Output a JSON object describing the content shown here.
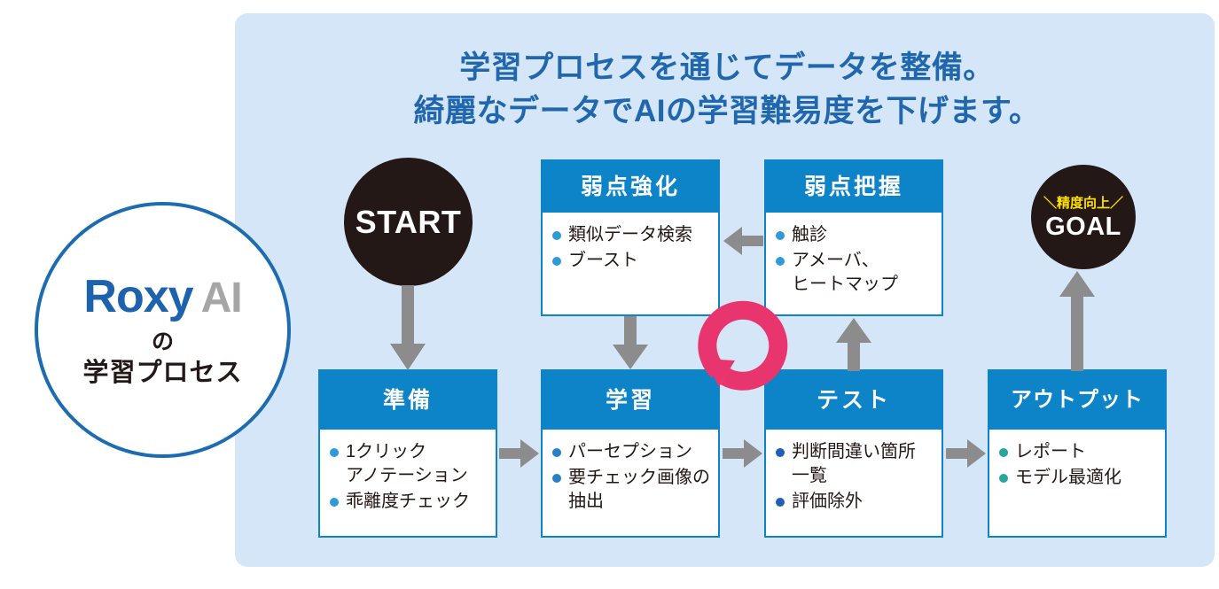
{
  "palette": {
    "panel_bg": "#d4e6f7",
    "heading_blue": "#2167ae",
    "box_blue": "#0e84c8",
    "circle_black": "#231815",
    "goal_yellow": "#ffe000",
    "arrow_gray": "#8c8c8c",
    "loop_pink": "#e8356d",
    "teal_bullet": "#27a79b",
    "logo_blue": "#1d62ad",
    "logo_gray": "#a6a6a6",
    "logo_border": "#1d6cb1"
  },
  "heading": {
    "line1": "学習プロセスを通じてデータを整備。",
    "line2": "綺麗なデータでAIの学習難易度を下げます。"
  },
  "logo": {
    "brand": "Roxy",
    "brand_suffix": "AI",
    "particle": "の",
    "subtitle": "学習プロセス"
  },
  "start": {
    "label": "START"
  },
  "goal": {
    "kicker": "＼精度向上／",
    "label": "GOAL"
  },
  "boxes": {
    "junbi": {
      "title": "準備",
      "items": [
        "1クリック\nアノテーション",
        "乖離度チェック"
      ],
      "bullet_color": "#2e9bd8"
    },
    "gakushu": {
      "title": "学習",
      "items": [
        "パーセプション",
        "要チェック画像の\n抽出"
      ],
      "bullet_color": "#2a7fc9"
    },
    "test": {
      "title": "テスト",
      "items": [
        "判断間違い箇所\n一覧",
        "評価除外"
      ],
      "bullet_color": "#1f5fb5"
    },
    "output": {
      "title": "アウトプット",
      "items": [
        "レポート",
        "モデル最適化"
      ],
      "bullet_color": "#27a79b"
    },
    "jakuten_kyouka": {
      "title": "弱点強化",
      "items": [
        "類似データ検索",
        "ブースト"
      ],
      "bullet_color": "#2e9bd8"
    },
    "jakuten_haaku": {
      "title": "弱点把握",
      "items": [
        "触診",
        "アメーバ、\nヒートマップ"
      ],
      "bullet_color": "#2e9bd8"
    }
  },
  "arrows": {
    "start_to_junbi": "down",
    "junbi_to_gakushu": "right",
    "gakushu_to_test": "right",
    "test_to_output": "right",
    "kyouka_to_gakushu": "down",
    "test_to_haaku": "up",
    "haaku_to_kyouka": "left",
    "output_to_goal": "up",
    "loop": "circular-refresh"
  }
}
